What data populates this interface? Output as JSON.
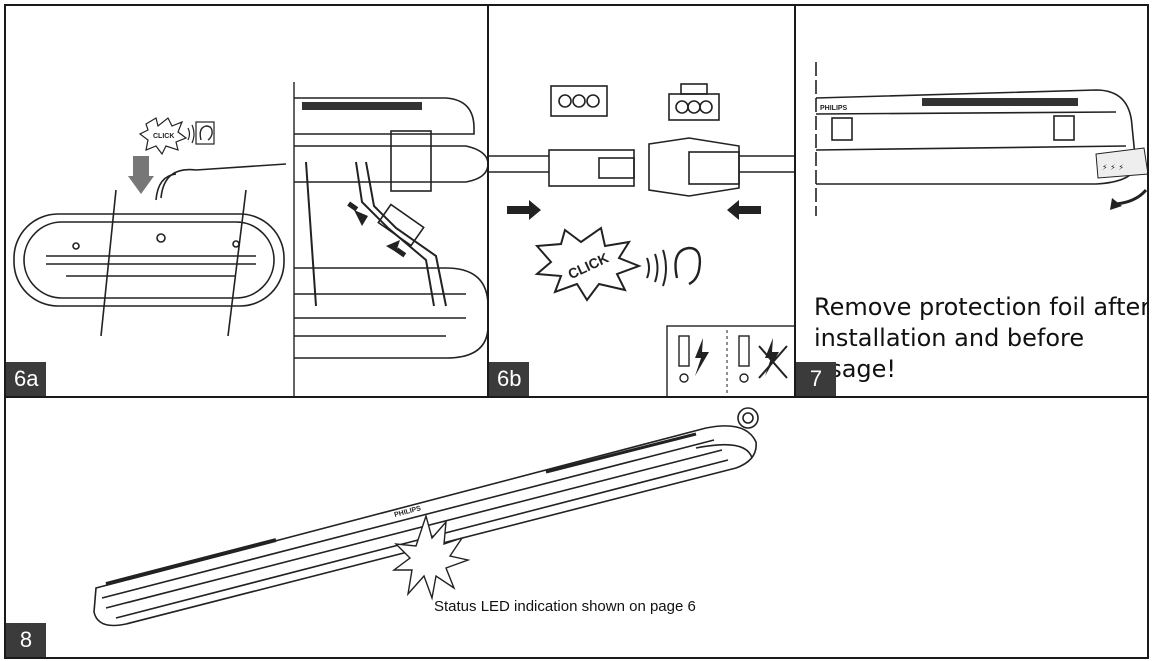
{
  "panels": {
    "p6a": {
      "label": "6a"
    },
    "p6b": {
      "label": "6b"
    },
    "p7": {
      "label": "7",
      "instruction": "Remove protection foil after installation and before usage!"
    },
    "p8": {
      "label": "8",
      "caption": "Status LED indication shown on page 6"
    }
  },
  "click_word": "CLICK",
  "brand_mark": "PHILIPS"
}
